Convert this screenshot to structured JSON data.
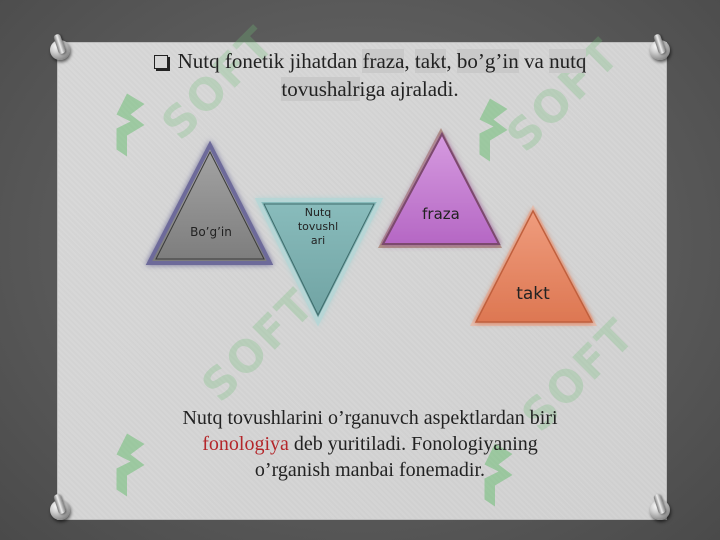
{
  "heading": {
    "part1": "Nutq fonetik jihatdan ",
    "fraza": "fraza",
    "comma1": ", ",
    "takt": "takt",
    "comma2": ", ",
    "bogin": "bo’g’in",
    "va": " va ",
    "nutq": "nutq",
    "tovushalr": "tovushalr",
    "suffix": "iga ajraladi."
  },
  "triangles": {
    "bogin": "Bo’g’in",
    "nutq_line1": "Nutq",
    "nutq_line2": "tovushl",
    "nutq_line3": "ari",
    "fraza": "fraza",
    "takt": "takt"
  },
  "body": {
    "line1": "Nutq tovushlarini o’rganuvch aspektlardan biri",
    "fonologiya": "fonologiya",
    "line2_rest": " deb yuritiladi. Fonologiyaning",
    "line3": "o’rganish manbai fonemadir."
  },
  "watermark": {
    "text": "SOFT"
  },
  "colors": {
    "bogin_fill": "#8f8f8f",
    "nutq_fill": "#7fb0b0",
    "fraza_fill": "#c67ed4",
    "takt_fill": "#e78a67",
    "highlight_red": "#b4262a"
  }
}
